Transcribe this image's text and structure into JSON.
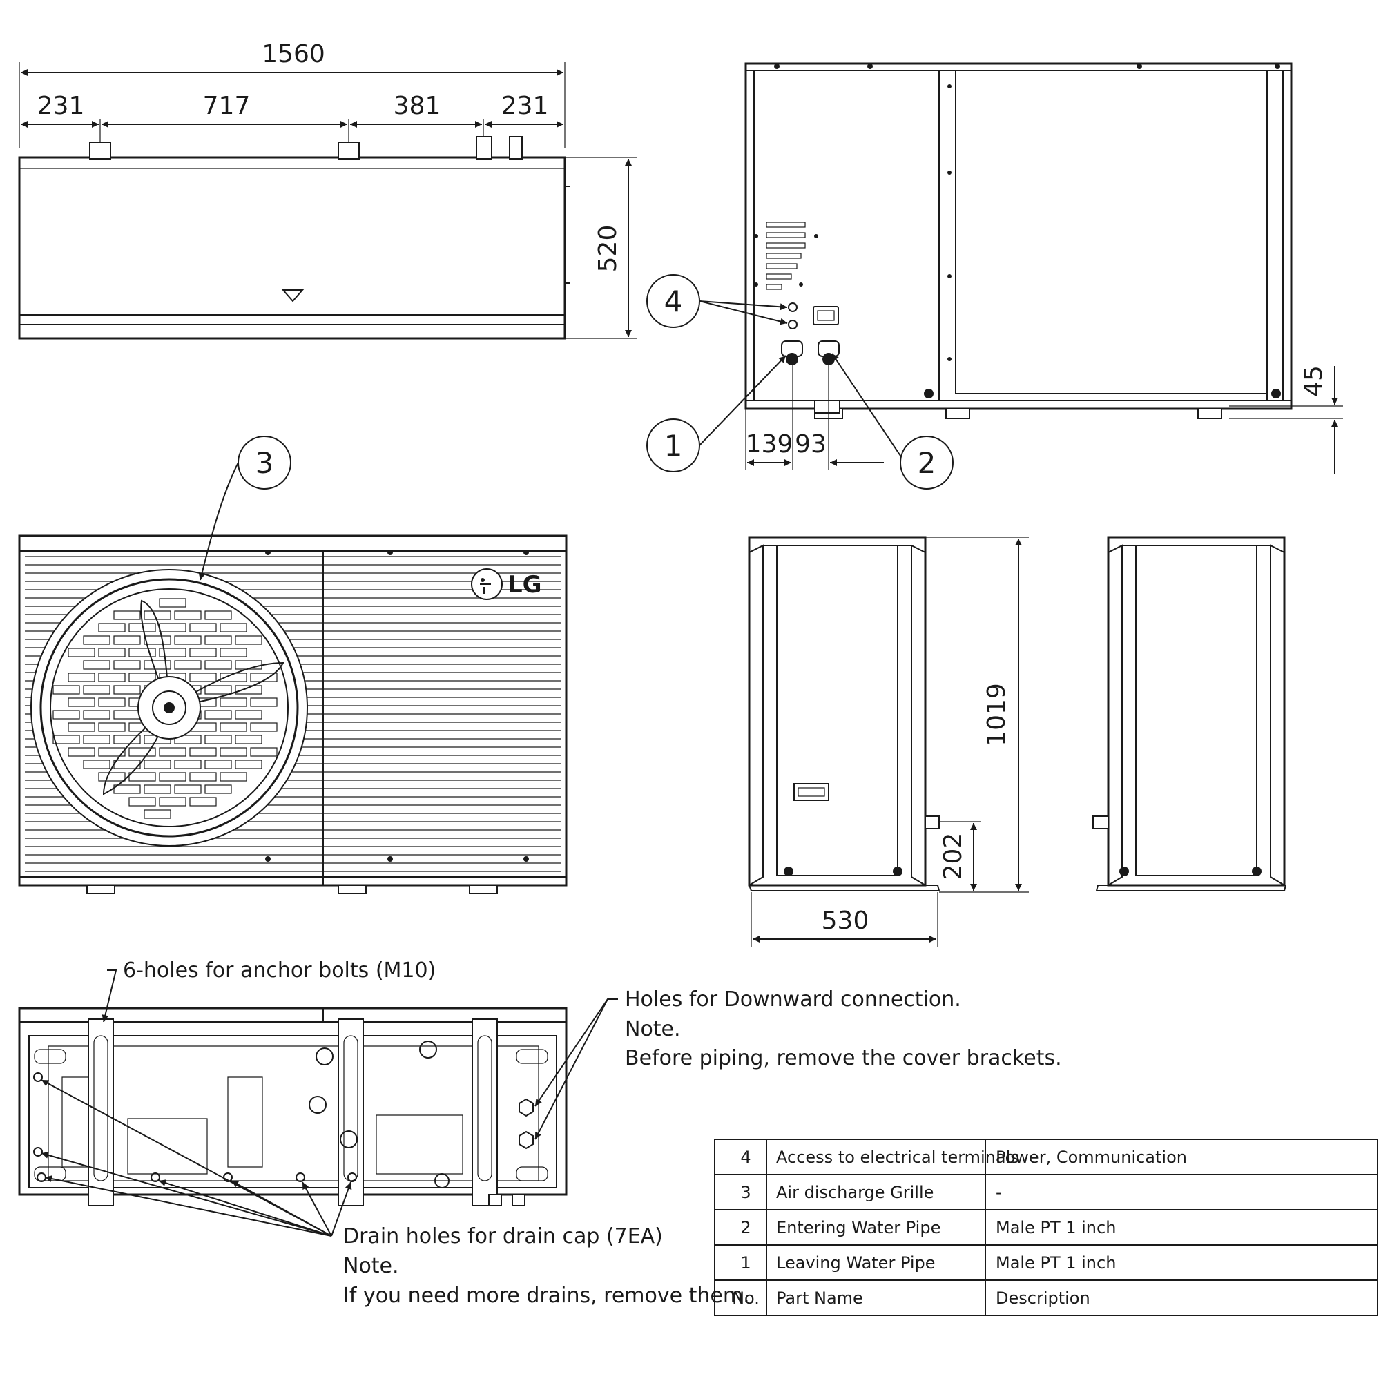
{
  "dimensions": {
    "top_total": "1560",
    "top_seg1": "231",
    "top_seg2": "717",
    "top_seg3": "381",
    "top_seg4": "231",
    "top_depth": "520",
    "rear_base": "45",
    "rear_pipe1": "139",
    "rear_pipe2": "93",
    "side_height": "1019",
    "side_pipe_height": "202",
    "side_width": "530"
  },
  "brand": "LG",
  "balloons": {
    "b1": "1",
    "b2": "2",
    "b3": "3",
    "b4": "4"
  },
  "notes": {
    "anchor": "6-holes for anchor bolts (M10)",
    "downward_1": "Holes for Downward connection.",
    "downward_2": "Note.",
    "downward_3": "Before piping, remove the cover brackets.",
    "drain_1": "Drain holes for drain cap (7EA)",
    "drain_2": "Note.",
    "drain_3": "If you need more drains, remove them."
  },
  "parts_table": {
    "headers": [
      "No.",
      "Part Name",
      "Description"
    ],
    "rows": [
      [
        "4",
        "Access to electrical terminals",
        "Power, Communication"
      ],
      [
        "3",
        "Air discharge Grille",
        "-"
      ],
      [
        "2",
        "Entering Water Pipe",
        "Male PT 1 inch"
      ],
      [
        "1",
        "Leaving Water Pipe",
        "Male PT 1 inch"
      ]
    ]
  }
}
